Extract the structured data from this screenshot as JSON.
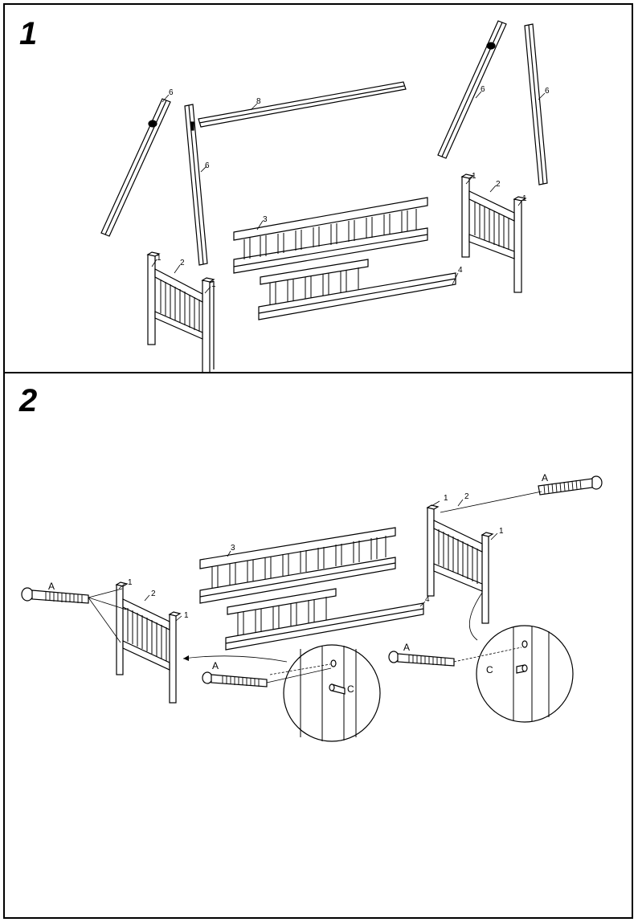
{
  "steps": [
    {
      "number": "1",
      "labels": {
        "p6a": "6",
        "p6b": "6",
        "p6c": "6",
        "p6d": "6",
        "p8": "8",
        "p3": "3",
        "p4": "4",
        "p1a": "1",
        "p1b": "1",
        "p2a": "2",
        "p1c": "1",
        "p1d": "1",
        "p2b": "2"
      }
    },
    {
      "number": "2",
      "labels": {
        "p3": "3",
        "p4": "4",
        "p1a": "1",
        "p1b": "1",
        "p2a": "2",
        "p1c": "1",
        "p1d": "1",
        "p2b": "2",
        "boltA1": "A",
        "boltA2": "A",
        "boltA3": "A",
        "boltA4": "A",
        "dowelC1": "C",
        "dowelC2": "C"
      }
    }
  ]
}
